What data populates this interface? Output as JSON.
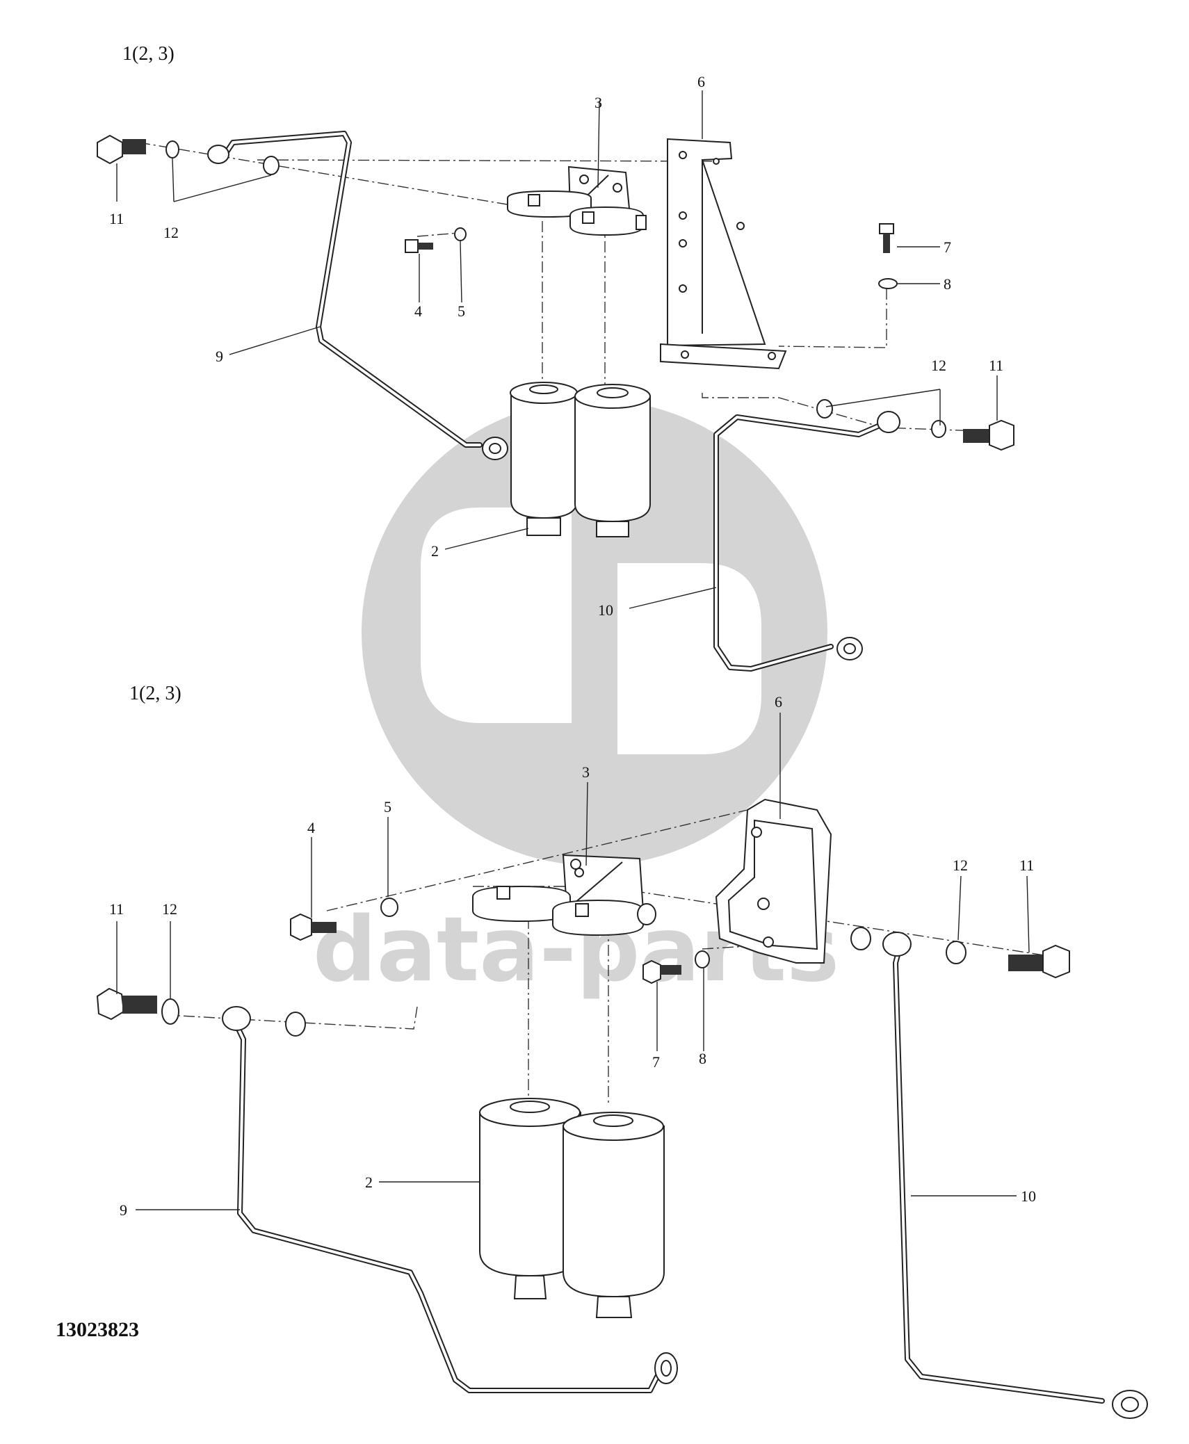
{
  "watermark": {
    "text": "data-parts",
    "color": "#d4d4d4",
    "icon": "data-parts-logo-icon"
  },
  "drawing_code": "13023823",
  "views": [
    {
      "name": "upper-view",
      "assembly_label": "1(2, 3)",
      "labels": {
        "p2": "2",
        "p3": "3",
        "p4": "4",
        "p5": "5",
        "p6": "6",
        "p7": "7",
        "p8": "8",
        "p9": "9",
        "p10": "10",
        "p11a": "11",
        "p11b": "11",
        "p12a": "12",
        "p12b": "12"
      }
    },
    {
      "name": "lower-view",
      "assembly_label": "1(2, 3)",
      "labels": {
        "p2": "2",
        "p3": "3",
        "p4": "4",
        "p5": "5",
        "p6": "6",
        "p7": "7",
        "p8": "8",
        "p9": "9",
        "p10": "10",
        "p11a": "11",
        "p11b": "11",
        "p12a": "12",
        "p12b": "12"
      }
    }
  ]
}
